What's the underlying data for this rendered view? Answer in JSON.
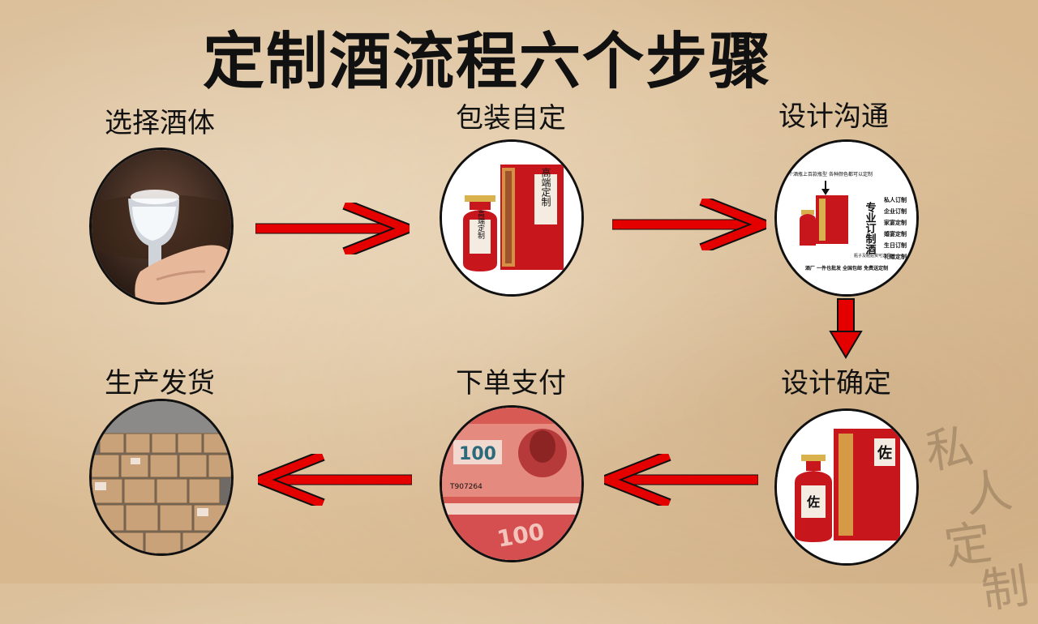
{
  "title": "定制酒流程六个步骤",
  "steps": [
    {
      "label": "选择酒体"
    },
    {
      "label": "包装自定"
    },
    {
      "label": "设计沟通"
    },
    {
      "label": "设计确定"
    },
    {
      "label": "下单支付"
    },
    {
      "label": "生产发货"
    }
  ],
  "packaging": {
    "box_text": "高端定制",
    "bottle_text": "高端定制"
  },
  "design_comm": {
    "top_note": "上千个酒瓶上百款瓶型 各种颜色都可以定制",
    "headline": "专业订制酒",
    "options": [
      "私人订制",
      "企业订制",
      "家宴定制",
      "婚宴定制",
      "生日订制",
      "礼赠定制"
    ],
    "footer": "酒厂 一件也批发  全国包邮  免费送定制",
    "footnote": "瓶子及瓶贴资可选择"
  },
  "design_confirm": {
    "box_text": "佐",
    "bottle_text": "佐"
  },
  "payment": {
    "denomination": "100",
    "serial": "T907264"
  },
  "watermark": [
    "私",
    "人",
    "定",
    "制"
  ],
  "colors": {
    "arrow": "#e50000",
    "wine_red": "#c8161d",
    "gold": "#c9a14a"
  }
}
